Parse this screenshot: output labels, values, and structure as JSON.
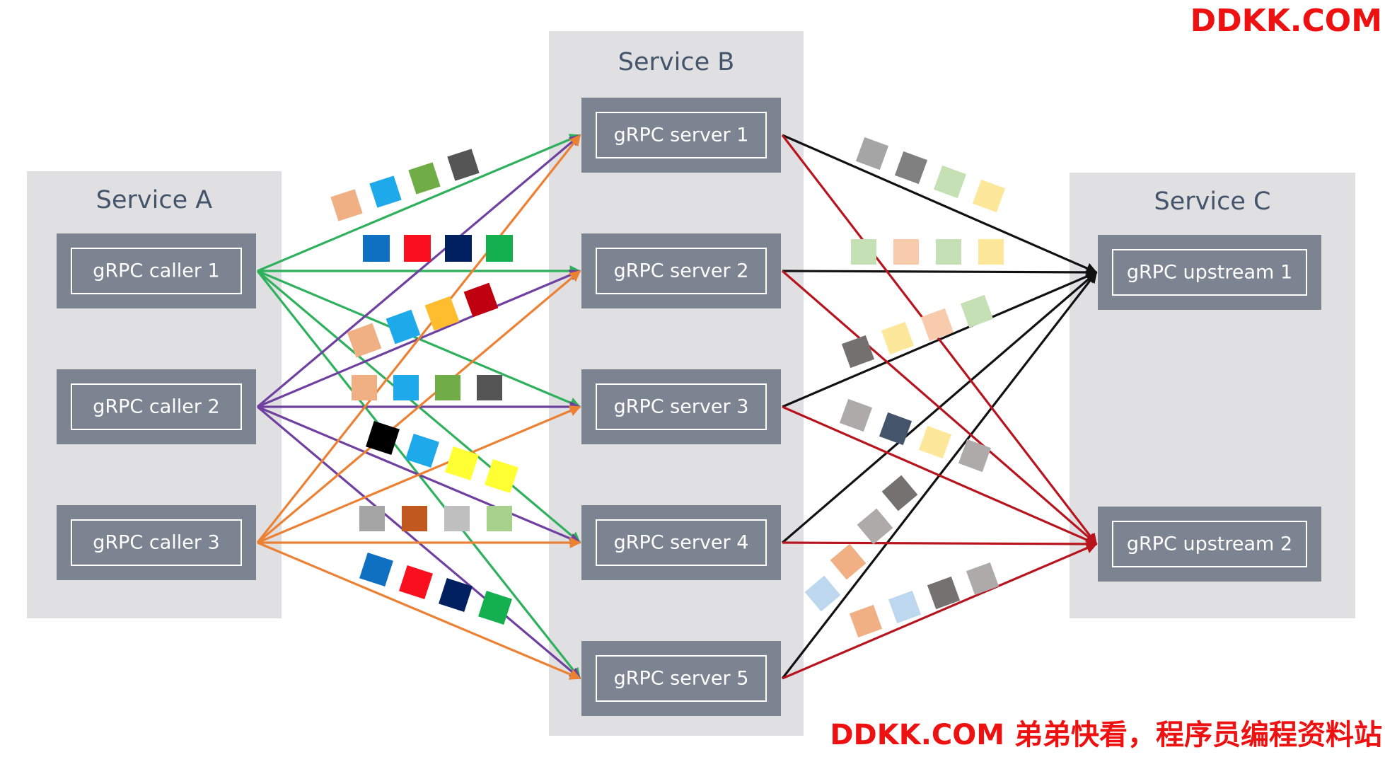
{
  "watermark": {
    "top": "DDKK.COM",
    "bottom": "DDKK.COM 弟弟快看，程序员编程资料站"
  },
  "colors": {
    "panel": "#e0e0e2",
    "node": "#7c8391",
    "title": "#44546a",
    "caller1_edges": "#2fb05c",
    "caller2_edges": "#7040a0",
    "caller3_edges": "#ec8134",
    "to_upstream1": "#111111",
    "to_upstream2": "#b8141e"
  },
  "services": [
    {
      "id": "A",
      "title": "Service A",
      "nodes": [
        {
          "id": "caller1",
          "label": "gRPC caller 1"
        },
        {
          "id": "caller2",
          "label": "gRPC caller 2"
        },
        {
          "id": "caller3",
          "label": "gRPC caller 3"
        }
      ]
    },
    {
      "id": "B",
      "title": "Service B",
      "nodes": [
        {
          "id": "server1",
          "label": "gRPC server 1"
        },
        {
          "id": "server2",
          "label": "gRPC server 2"
        },
        {
          "id": "server3",
          "label": "gRPC server 3"
        },
        {
          "id": "server4",
          "label": "gRPC server 4"
        },
        {
          "id": "server5",
          "label": "gRPC server 5"
        }
      ]
    },
    {
      "id": "C",
      "title": "Service C",
      "nodes": [
        {
          "id": "upstream1",
          "label": "gRPC upstream 1"
        },
        {
          "id": "upstream2",
          "label": "gRPC upstream 2"
        }
      ]
    }
  ],
  "edges": [
    {
      "from": "caller1",
      "to": "server1",
      "color": "#2fb05c"
    },
    {
      "from": "caller1",
      "to": "server2",
      "color": "#2fb05c"
    },
    {
      "from": "caller1",
      "to": "server3",
      "color": "#2fb05c"
    },
    {
      "from": "caller1",
      "to": "server4",
      "color": "#2fb05c"
    },
    {
      "from": "caller1",
      "to": "server5",
      "color": "#2fb05c"
    },
    {
      "from": "caller2",
      "to": "server1",
      "color": "#7040a0"
    },
    {
      "from": "caller2",
      "to": "server2",
      "color": "#7040a0"
    },
    {
      "from": "caller2",
      "to": "server3",
      "color": "#7040a0"
    },
    {
      "from": "caller2",
      "to": "server4",
      "color": "#7040a0"
    },
    {
      "from": "caller2",
      "to": "server5",
      "color": "#7040a0"
    },
    {
      "from": "caller3",
      "to": "server1",
      "color": "#ec8134"
    },
    {
      "from": "caller3",
      "to": "server2",
      "color": "#ec8134"
    },
    {
      "from": "caller3",
      "to": "server3",
      "color": "#ec8134"
    },
    {
      "from": "caller3",
      "to": "server4",
      "color": "#ec8134"
    },
    {
      "from": "caller3",
      "to": "server5",
      "color": "#ec8134"
    },
    {
      "from": "server1",
      "to": "upstream1",
      "color": "#111111"
    },
    {
      "from": "server2",
      "to": "upstream1",
      "color": "#111111"
    },
    {
      "from": "server3",
      "to": "upstream1",
      "color": "#111111"
    },
    {
      "from": "server4",
      "to": "upstream1",
      "color": "#111111"
    },
    {
      "from": "server5",
      "to": "upstream1",
      "color": "#111111"
    },
    {
      "from": "server1",
      "to": "upstream2",
      "color": "#b8141e"
    },
    {
      "from": "server2",
      "to": "upstream2",
      "color": "#b8141e"
    },
    {
      "from": "server3",
      "to": "upstream2",
      "color": "#b8141e"
    },
    {
      "from": "server4",
      "to": "upstream2",
      "color": "#b8141e"
    },
    {
      "from": "server5",
      "to": "upstream2",
      "color": "#b8141e"
    }
  ],
  "packet_groups": [
    {
      "colors": [
        "#f0b084",
        "#1eaaea",
        "#70ad47",
        "#555555"
      ]
    },
    {
      "colors": [
        "#0f6fc0",
        "#fa0f1e",
        "#00205f",
        "#14b050"
      ]
    },
    {
      "colors": [
        "#f0b084",
        "#1eaaea",
        "#fdbd2e",
        "#c00010"
      ]
    },
    {
      "colors": [
        "#f0b084",
        "#1eaaea",
        "#70ad47",
        "#555555"
      ]
    },
    {
      "colors": [
        "#000000",
        "#1eaaea",
        "#ffff33",
        "#ffff33"
      ]
    },
    {
      "colors": [
        "#a5a5a5",
        "#c05820",
        "#bfbfbf",
        "#a8d08d"
      ]
    },
    {
      "colors": [
        "#0f6fc0",
        "#fa0f1e",
        "#00205f",
        "#14b050"
      ]
    },
    {
      "colors": [
        "#a5a5a5",
        "#808080",
        "#c5e0b4",
        "#fde79a"
      ]
    },
    {
      "colors": [
        "#c5e0b4",
        "#f8cbad",
        "#c5e0b4",
        "#fde79a"
      ]
    },
    {
      "colors": [
        "#747070",
        "#fde79a",
        "#f8cbad",
        "#c5e0b4"
      ]
    },
    {
      "colors": [
        "#aeaaaa",
        "#44546a",
        "#fde79a",
        "#aeaaaa"
      ]
    },
    {
      "colors": [
        "#767171",
        "#aeaaaa"
      ]
    },
    {
      "colors": [
        "#f0b084",
        "#bdd7ee"
      ]
    },
    {
      "colors": [
        "#f0b084",
        "#bdd7ee",
        "#767171",
        "#aeaaaa"
      ]
    }
  ]
}
